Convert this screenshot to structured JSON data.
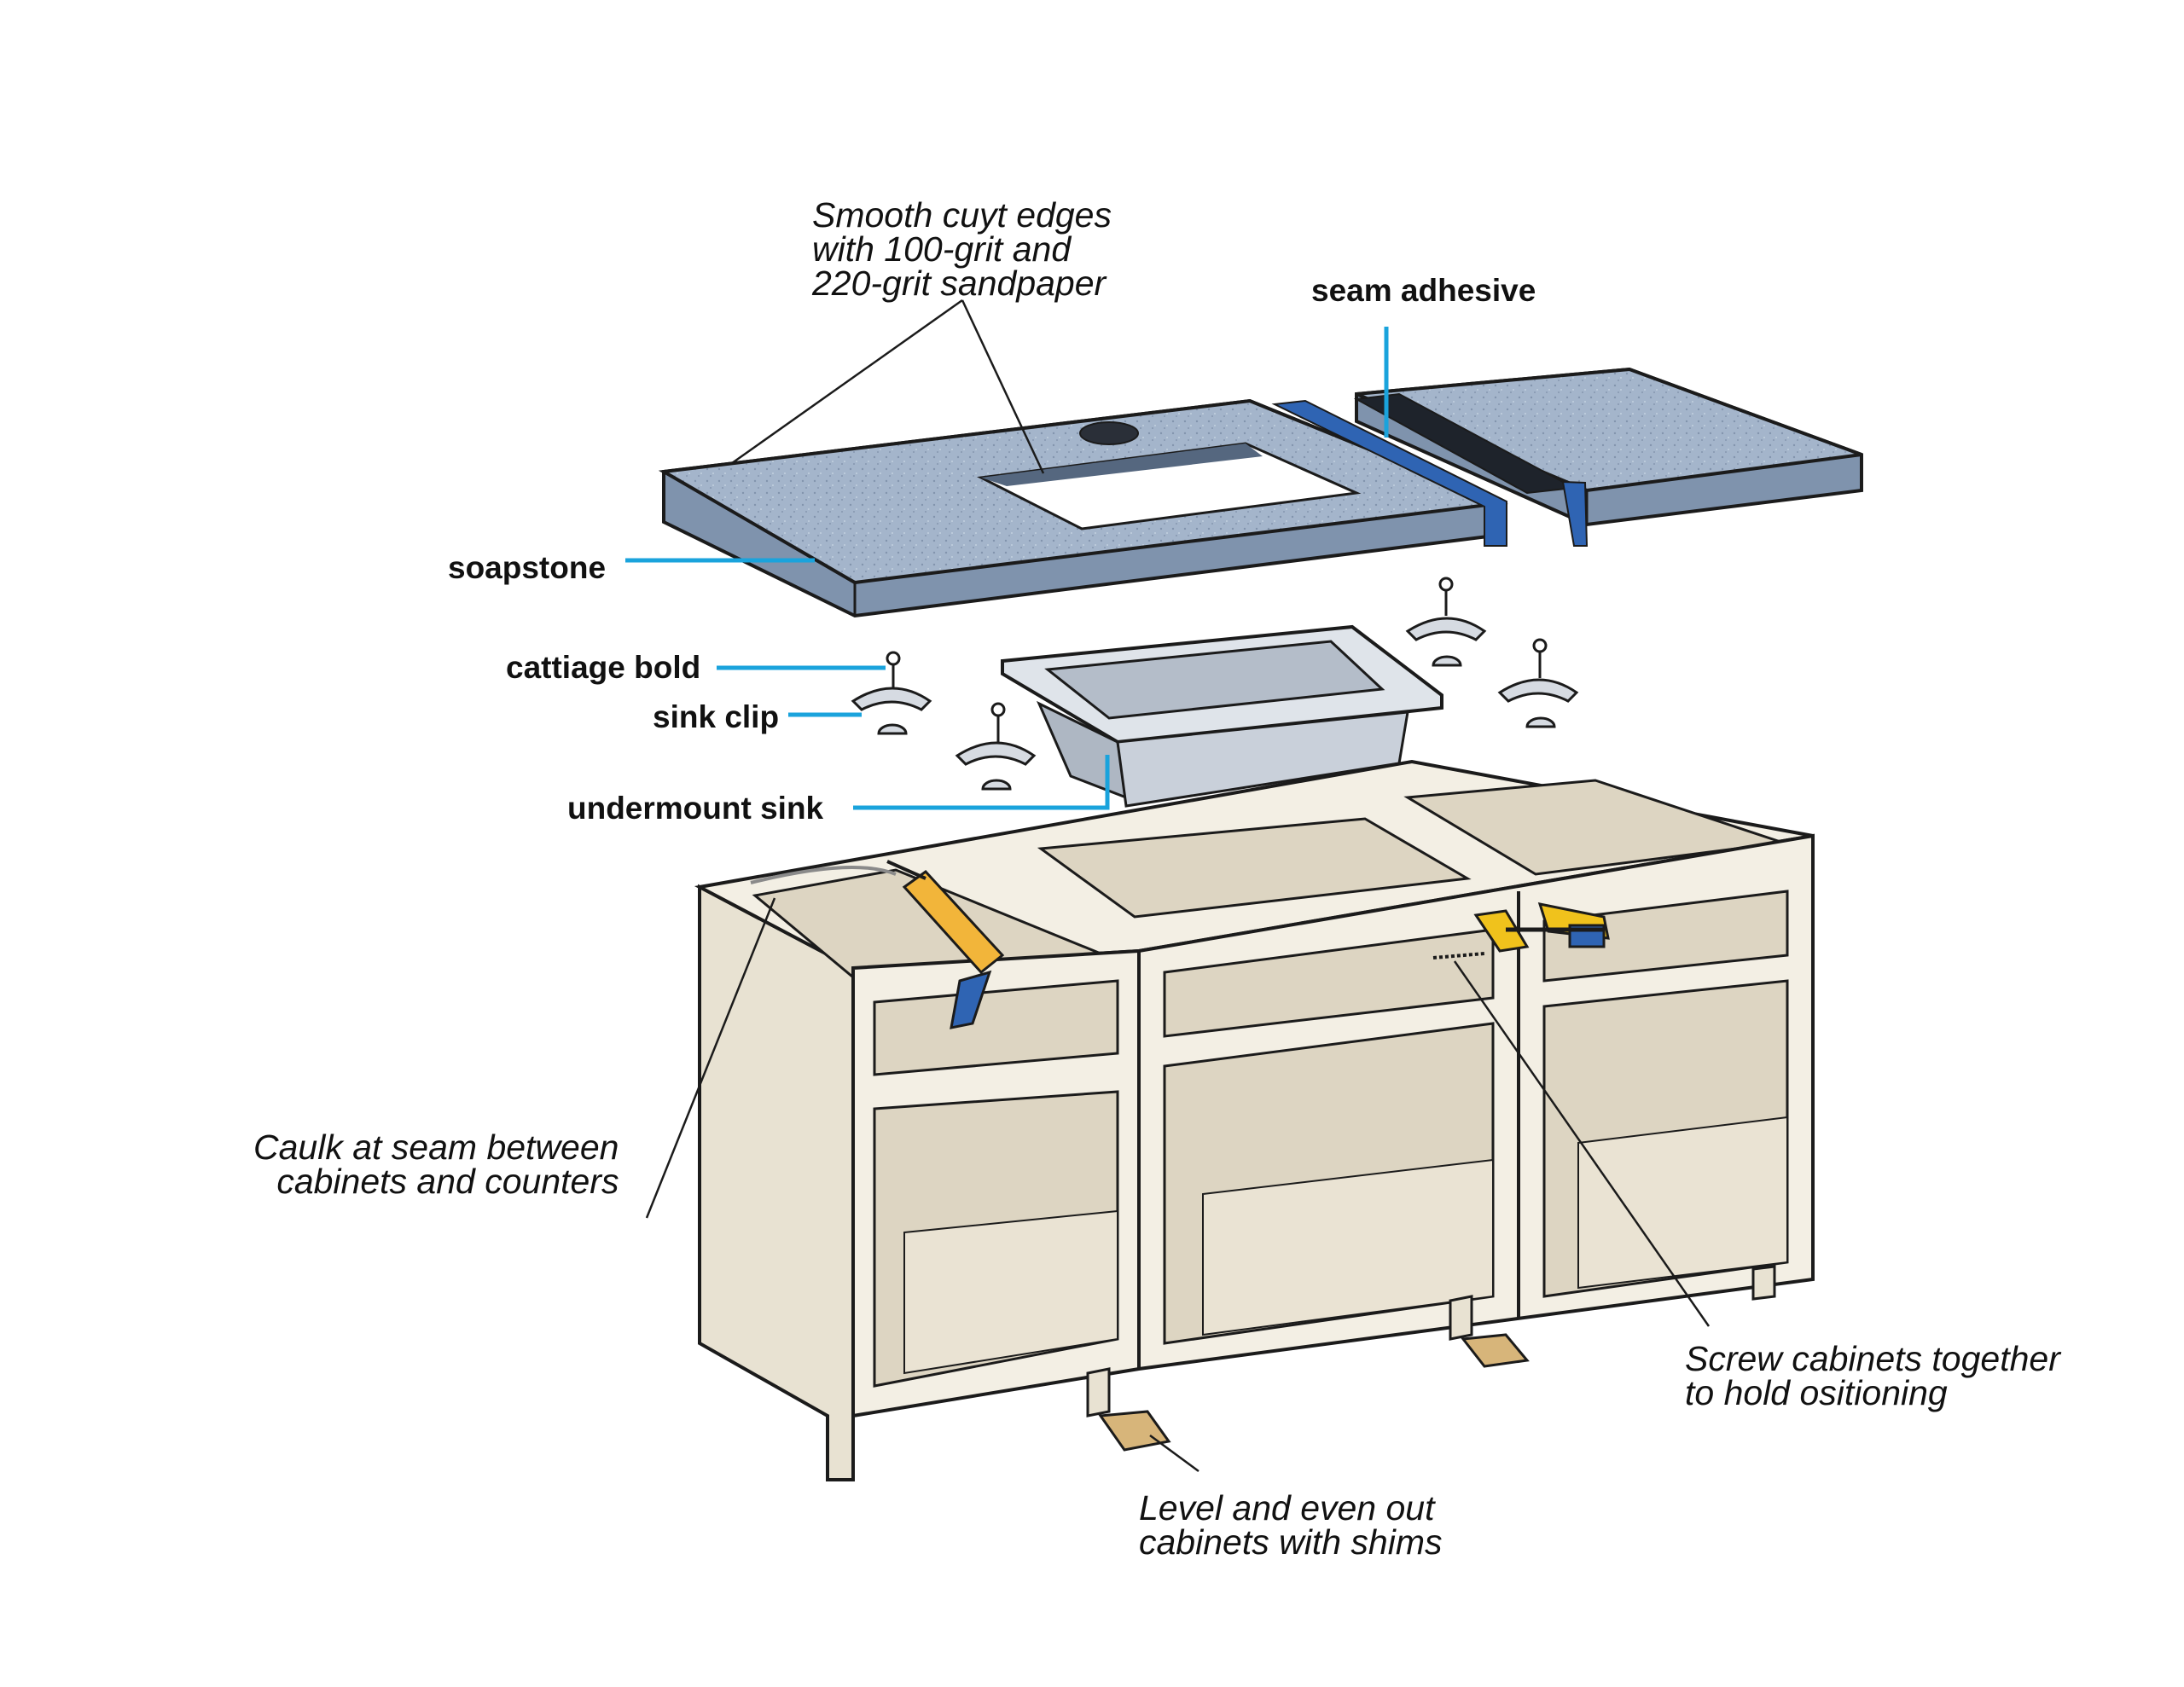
{
  "labels": {
    "sandpaper": [
      "Smooth cuyt edges",
      "with 100-grit and",
      "220-grit sandpaper"
    ],
    "seam_adhesive": "seam adhesive",
    "soapstone": "soapstone",
    "carriage_bolt": "cattiage bold",
    "sink_clip": "sink clip",
    "undermount_sink": "undermount sink",
    "caulk": [
      "Caulk at seam between",
      "cabinets and counters"
    ],
    "screw": [
      "Screw cabinets together",
      "to hold ositioning"
    ],
    "shims": [
      "Level and even out",
      "cabinets with shims"
    ]
  },
  "colors": {
    "callout_blue": "#1aa3dc",
    "stone": "#9fb0c6",
    "stone_edge": "#7f93ad",
    "tape": "#2f64b3",
    "cabinet": "#f3efe4",
    "cabinet_inside": "#ddd5c2",
    "outline": "#1b1b1b",
    "sink": "#c9d0da",
    "shim": "#d7b57a",
    "caulk_gun": "#f2b53a",
    "clamp": "#f0c21c"
  }
}
